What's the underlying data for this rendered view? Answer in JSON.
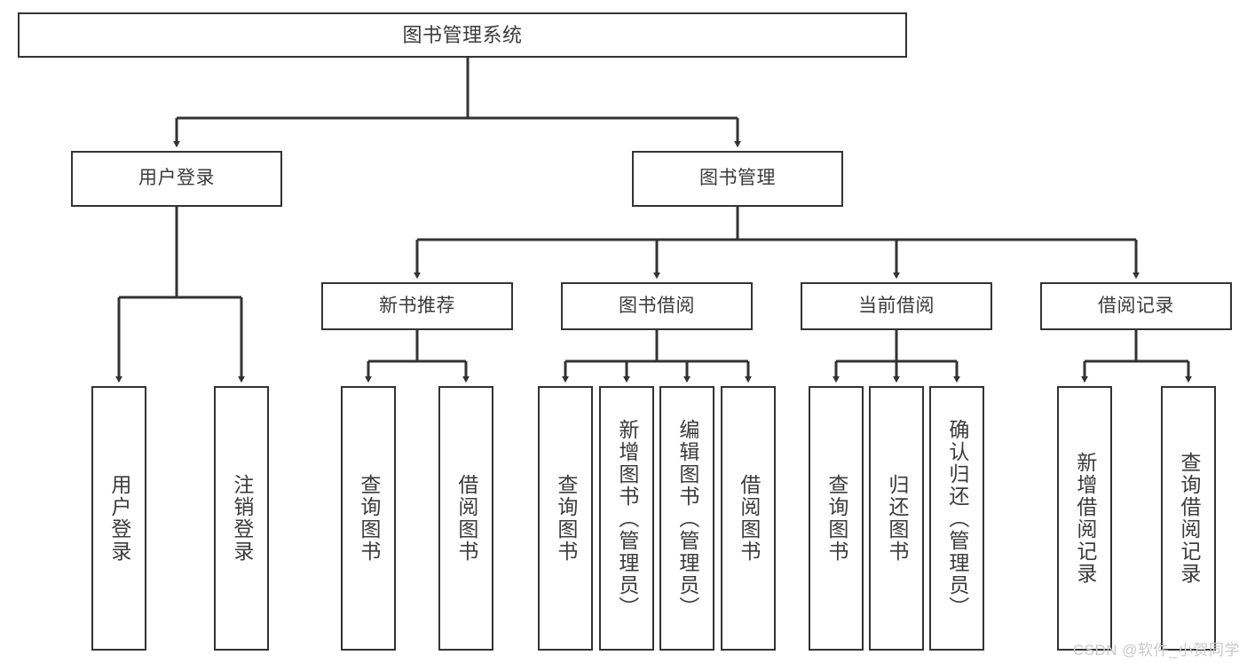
{
  "diagram": {
    "type": "tree-hierarchy",
    "title": "图书管理系统",
    "watermark": "CSDN @软件_小贺同学",
    "colors": {
      "box_border": "#333333",
      "box_fill": "#ffffff",
      "edge": "#333333",
      "text": "#3b3b3b",
      "watermark": "#c9c9c9",
      "background": "#ffffff"
    },
    "nodes": {
      "root": {
        "label": "图书管理系统"
      },
      "level1": [
        {
          "id": "user-login",
          "label": "用户登录"
        },
        {
          "id": "book-manage",
          "label": "图书管理"
        }
      ],
      "level2": [
        {
          "id": "new-book-recommend",
          "label": "新书推荐"
        },
        {
          "id": "book-borrow",
          "label": "图书借阅"
        },
        {
          "id": "current-borrow",
          "label": "当前借阅"
        },
        {
          "id": "borrow-record",
          "label": "借阅记录"
        }
      ],
      "leaves": {
        "user-login": [
          {
            "id": "leaf-user-login",
            "label": "用户登录"
          },
          {
            "id": "leaf-logout-login",
            "label": "注销登录"
          }
        ],
        "new-book-recommend": [
          {
            "id": "leaf-query-book-1",
            "label": "查询图书"
          },
          {
            "id": "leaf-borrow-book-1",
            "label": "借阅图书"
          }
        ],
        "book-borrow": [
          {
            "id": "leaf-query-book-2",
            "label": "查询图书"
          },
          {
            "id": "leaf-add-book",
            "label": "新增图书（管理员）"
          },
          {
            "id": "leaf-edit-book",
            "label": "编辑图书（管理员）"
          },
          {
            "id": "leaf-borrow-book-2",
            "label": "借阅图书"
          }
        ],
        "current-borrow": [
          {
            "id": "leaf-query-book-3",
            "label": "查询图书"
          },
          {
            "id": "leaf-return-book",
            "label": "归还图书"
          },
          {
            "id": "leaf-confirm-return",
            "label": "确认归还（管理员）"
          }
        ],
        "borrow-record": [
          {
            "id": "leaf-add-record",
            "label": "新增借阅记录"
          },
          {
            "id": "leaf-query-record",
            "label": "查询借阅记录"
          }
        ]
      }
    }
  }
}
